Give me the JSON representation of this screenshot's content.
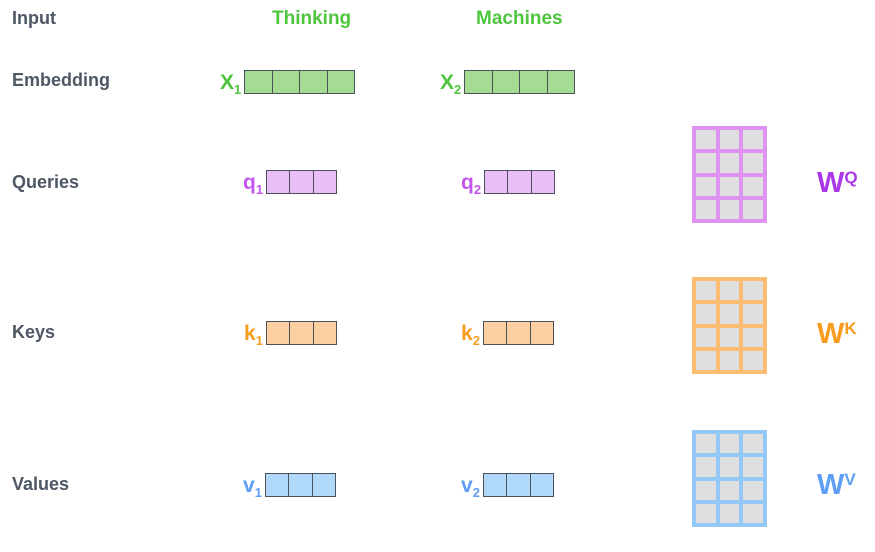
{
  "colors": {
    "background": "#ffffff",
    "row_label_text": "#4e5765",
    "green_text": "#4fc43e",
    "green_fill": "#a3dc92",
    "purple_text": "#c455ec",
    "purple_w_text": "#ab37e8",
    "purple_fill": "#e9bdf8",
    "purple_matrix_border": "#de92f2",
    "orange_text": "#f79c1f",
    "orange_fill": "#fbcf9f",
    "orange_matrix_border": "#fabd72",
    "blue_text": "#5e9ef6",
    "blue_fill": "#b0d8fa",
    "blue_matrix_border": "#94c8f6",
    "vector_border": "#4c525c",
    "matrix_cell_fill": "#dfdfdf"
  },
  "row_labels": {
    "input": "Input",
    "embedding": "Embedding",
    "queries": "Queries",
    "keys": "Keys",
    "values": "Values"
  },
  "column_headers": {
    "word1": "Thinking",
    "word2": "Machines"
  },
  "vectors": {
    "x1": {
      "base": "X",
      "sub": "1",
      "cells": 4,
      "color": "green"
    },
    "x2": {
      "base": "X",
      "sub": "2",
      "cells": 4,
      "color": "green"
    },
    "q1": {
      "base": "q",
      "sub": "1",
      "cells": 3,
      "color": "purple"
    },
    "q2": {
      "base": "q",
      "sub": "2",
      "cells": 3,
      "color": "purple"
    },
    "k1": {
      "base": "k",
      "sub": "1",
      "cells": 3,
      "color": "orange"
    },
    "k2": {
      "base": "k",
      "sub": "2",
      "cells": 3,
      "color": "orange"
    },
    "v1": {
      "base": "v",
      "sub": "1",
      "cells": 3,
      "color": "blue"
    },
    "v2": {
      "base": "v",
      "sub": "2",
      "cells": 3,
      "color": "blue"
    }
  },
  "weight_matrices": {
    "wq": {
      "base": "W",
      "sup": "Q",
      "rows": 4,
      "cols": 3,
      "color": "purple"
    },
    "wk": {
      "base": "W",
      "sup": "K",
      "rows": 4,
      "cols": 3,
      "color": "orange"
    },
    "wv": {
      "base": "W",
      "sup": "V",
      "rows": 4,
      "cols": 3,
      "color": "blue"
    }
  }
}
